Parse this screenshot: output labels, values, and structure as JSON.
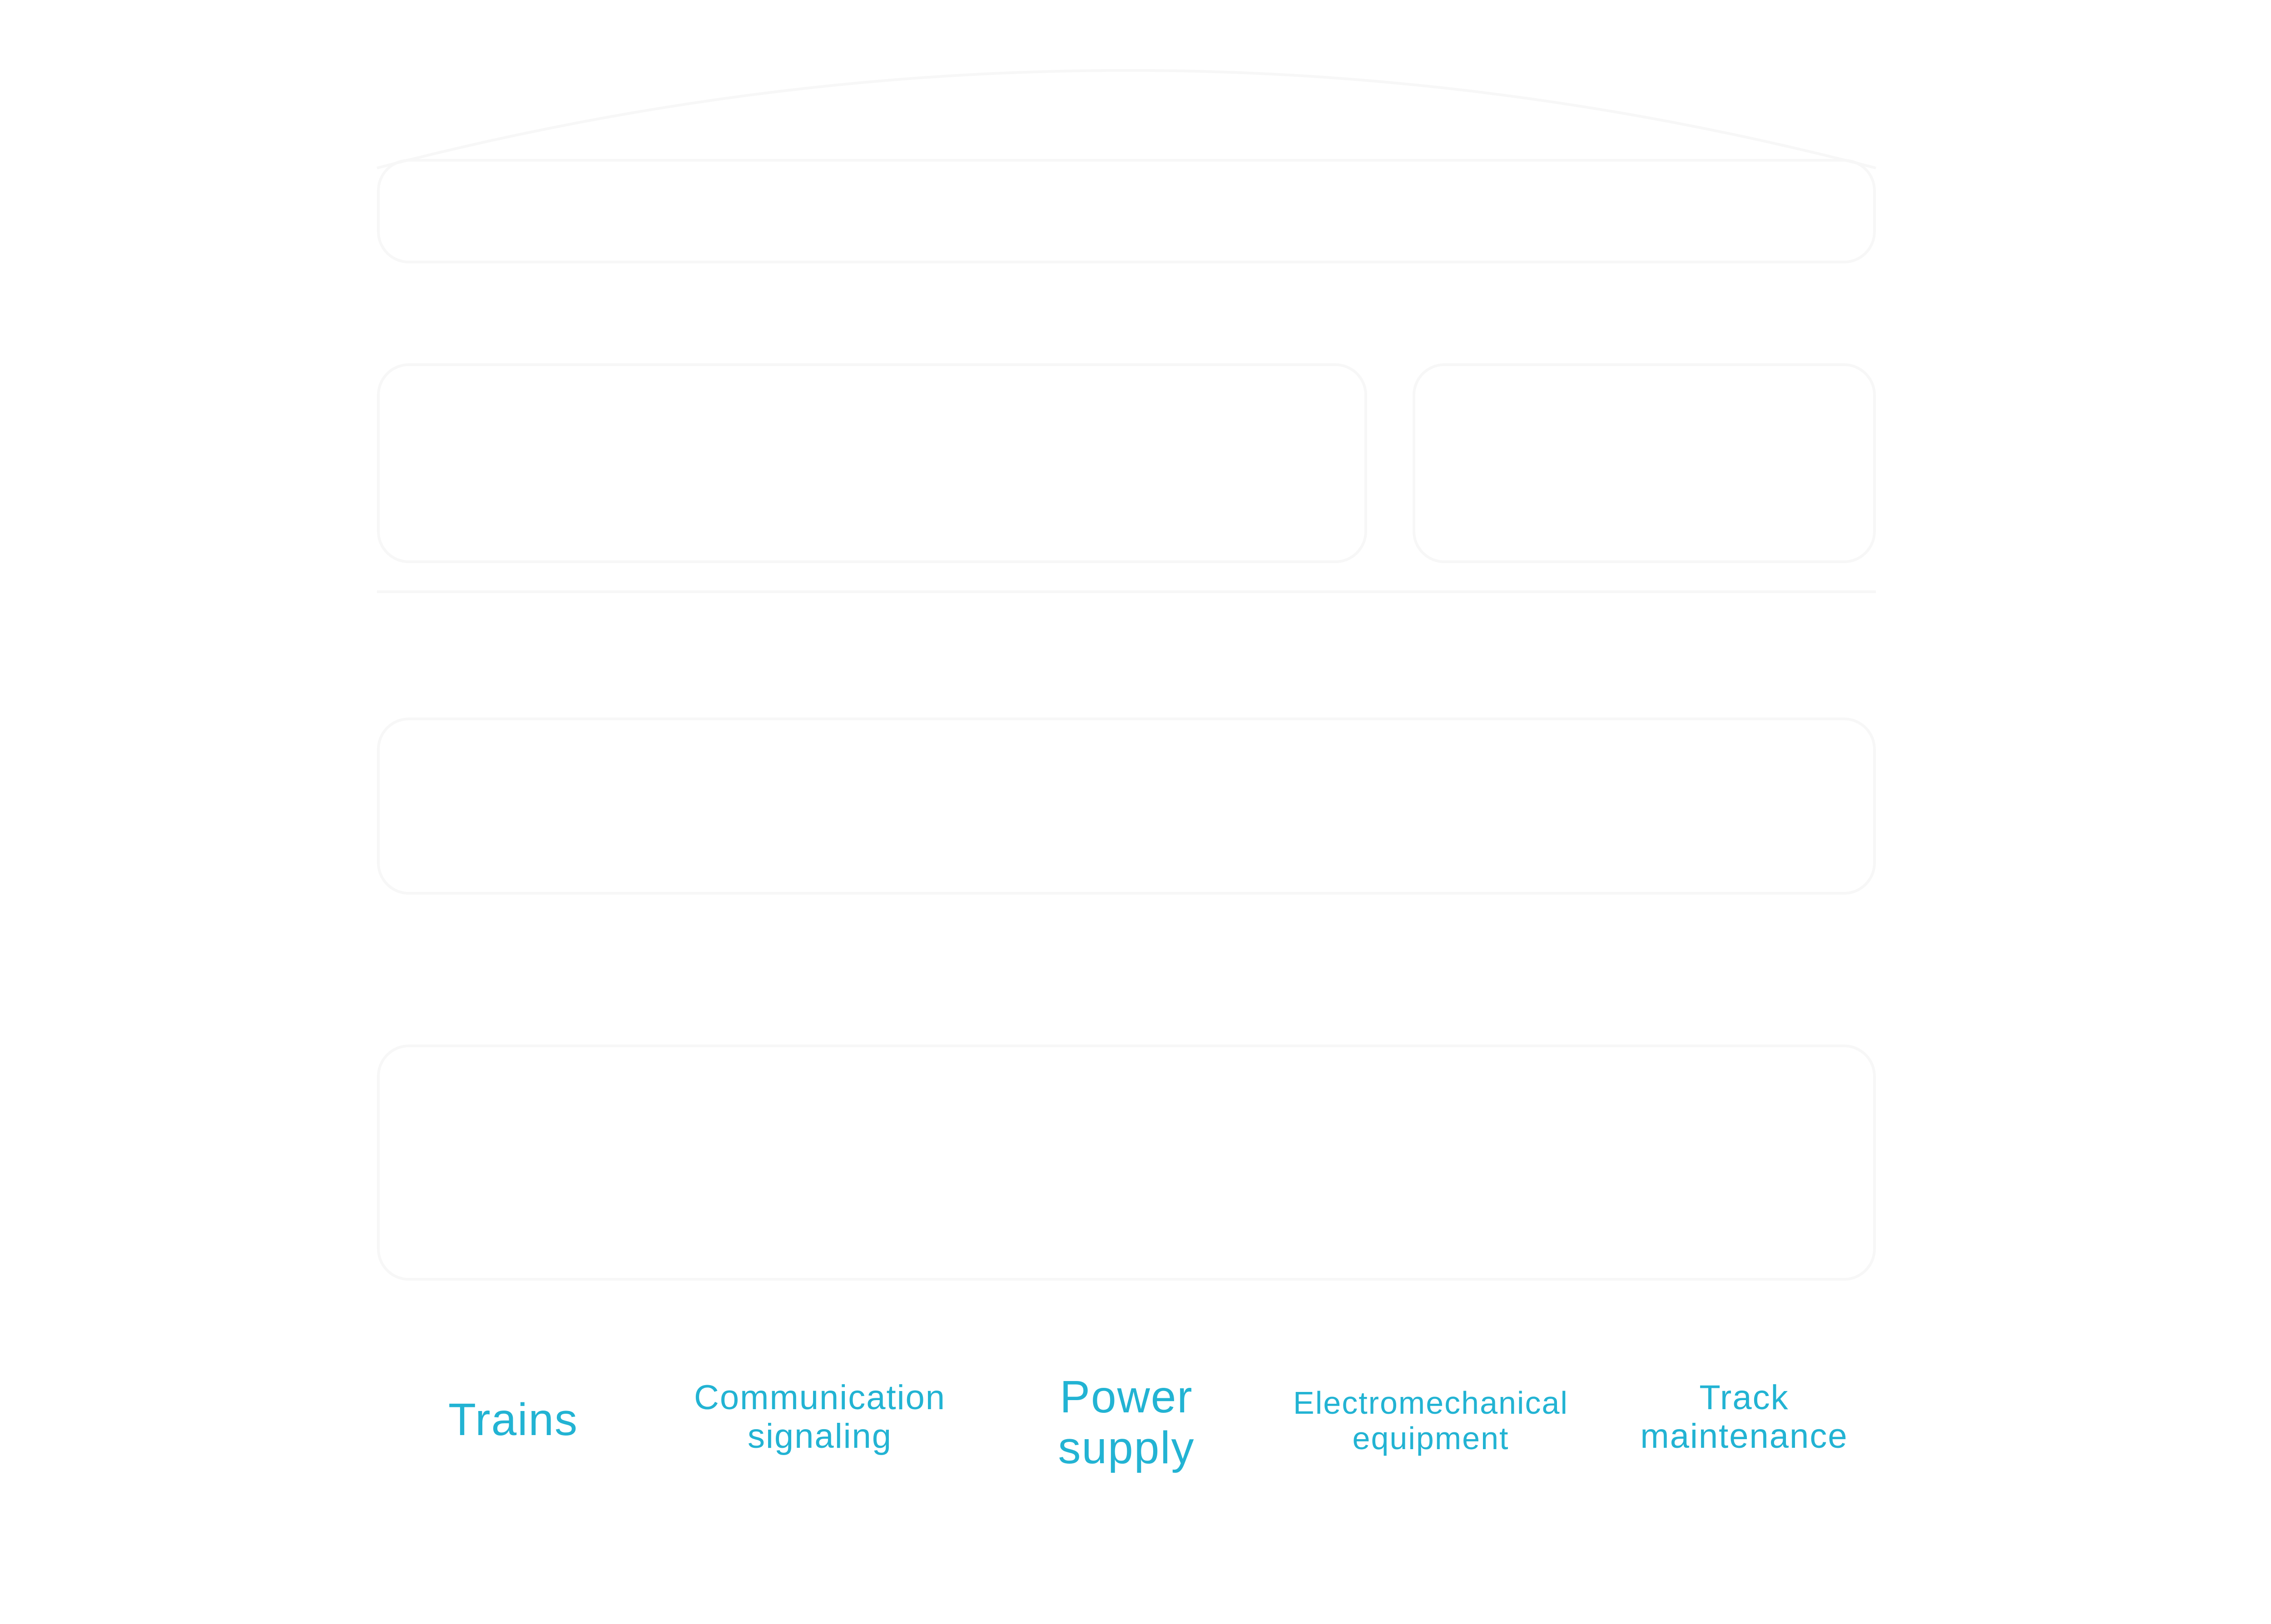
{
  "categories": [
    {
      "id": "trains",
      "label": "Trains"
    },
    {
      "id": "communication-signaling",
      "label": "Communication\nsignaling"
    },
    {
      "id": "power-supply",
      "label": "Power\nsupply"
    },
    {
      "id": "electromechanical-equipment",
      "label": "Electromechanical\nequipment"
    },
    {
      "id": "track-maintenance",
      "label": "Track\nmaintenance"
    }
  ],
  "colors": {
    "label": "#22b3d3",
    "background": "#ffffff",
    "ghost_outline": "#f7f7f7"
  }
}
